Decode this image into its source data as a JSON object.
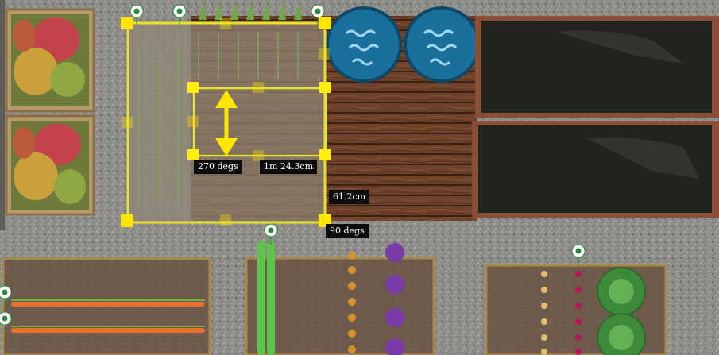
{
  "canvas": {
    "background_gravel": "#8f8e8a",
    "deck_color": "#6b3f26",
    "soil_color": "#6e5a4c",
    "bed_border_color": "#a88a48",
    "selection_color": "#ffe600"
  },
  "measurements": {
    "selected_rotation": "270 degs",
    "selected_length": "1m 24.3cm",
    "outer_width": "61.2cm",
    "outer_rotation": "90 degs"
  },
  "icons": {
    "plant_marker": "plant-pin-icon",
    "pond": "water-pond-icon",
    "raised_bed": "raised-bed-icon",
    "resize_arrow": "double-arrow-icon"
  }
}
